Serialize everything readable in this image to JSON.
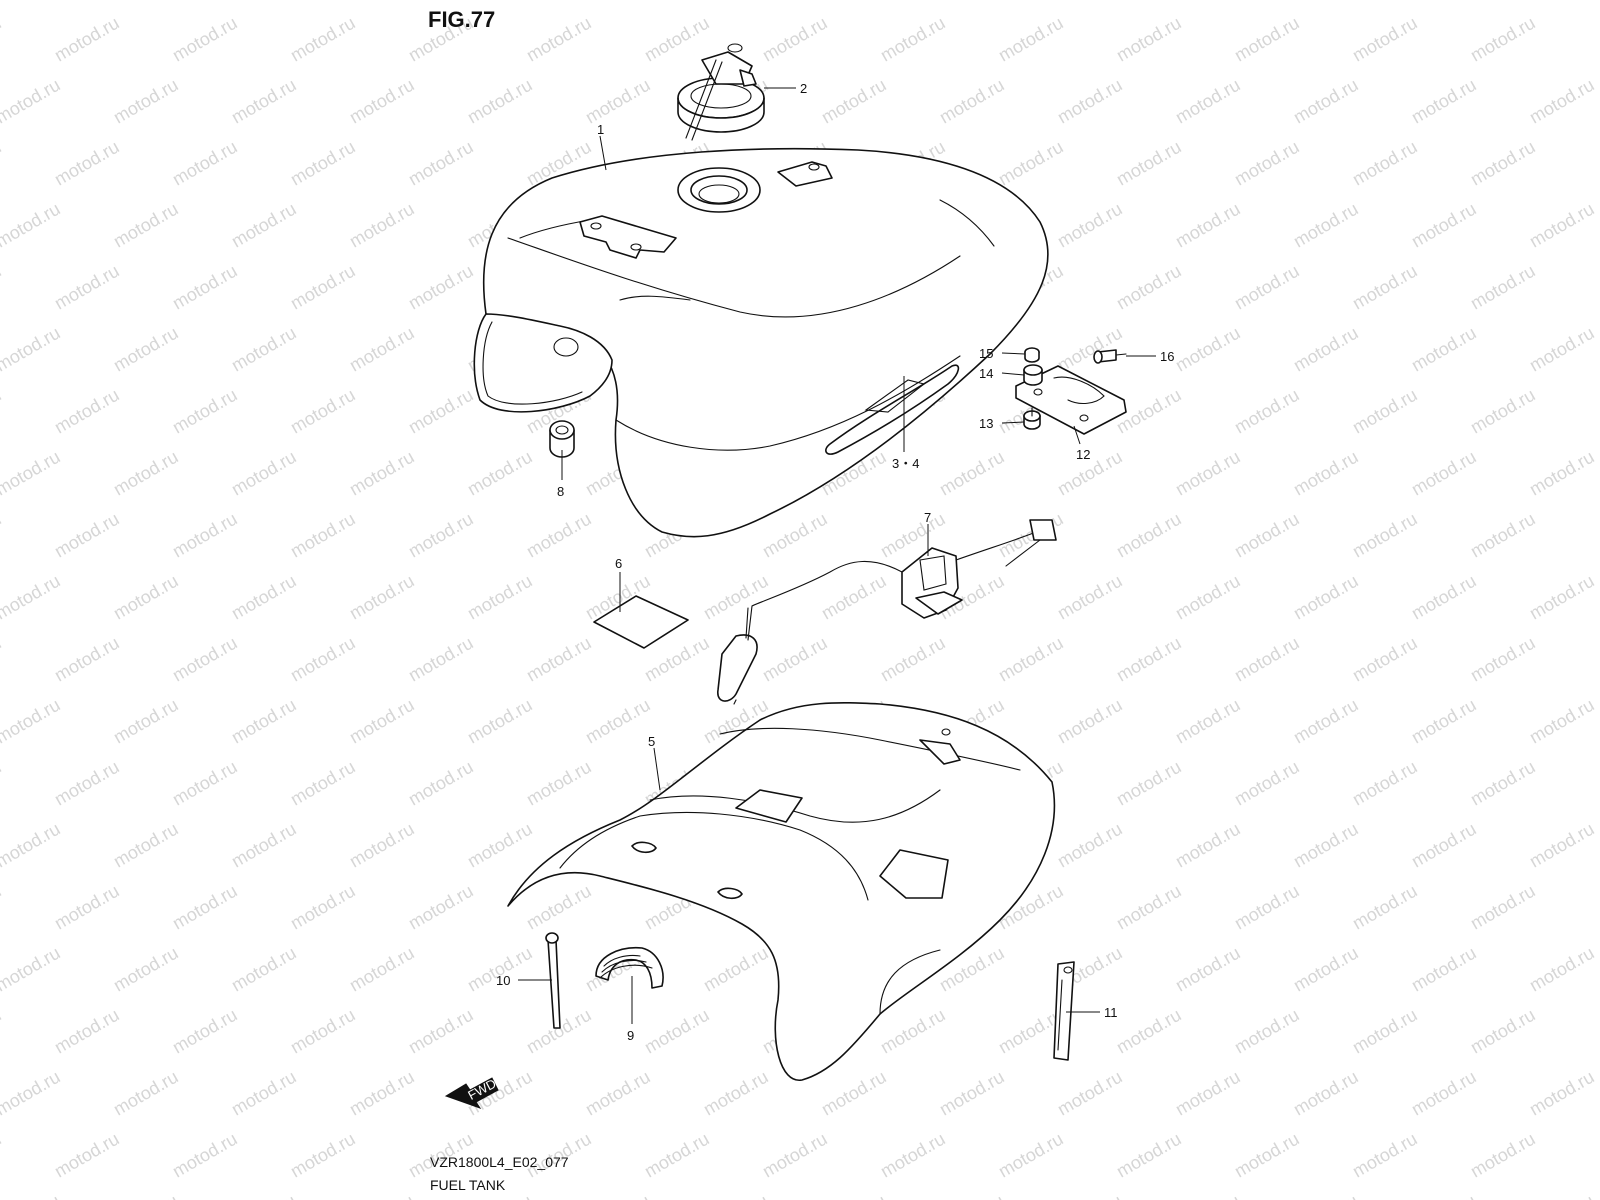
{
  "figure": {
    "title": "FIG.77",
    "code": "VZR1800L4_E02_077",
    "name": "FUEL TANK"
  },
  "watermark": {
    "text": "motod.ru"
  },
  "callouts": [
    {
      "id": "1",
      "label": "1"
    },
    {
      "id": "2",
      "label": "2"
    },
    {
      "id": "3-4",
      "label": "3・4"
    },
    {
      "id": "5",
      "label": "5"
    },
    {
      "id": "6",
      "label": "6"
    },
    {
      "id": "7",
      "label": "7"
    },
    {
      "id": "8",
      "label": "8"
    },
    {
      "id": "9",
      "label": "9"
    },
    {
      "id": "10",
      "label": "10"
    },
    {
      "id": "11",
      "label": "11"
    },
    {
      "id": "12",
      "label": "12"
    },
    {
      "id": "13",
      "label": "13"
    },
    {
      "id": "14",
      "label": "14"
    },
    {
      "id": "15",
      "label": "15"
    },
    {
      "id": "16",
      "label": "16"
    }
  ],
  "direction_arrow": {
    "label": "FWD"
  }
}
